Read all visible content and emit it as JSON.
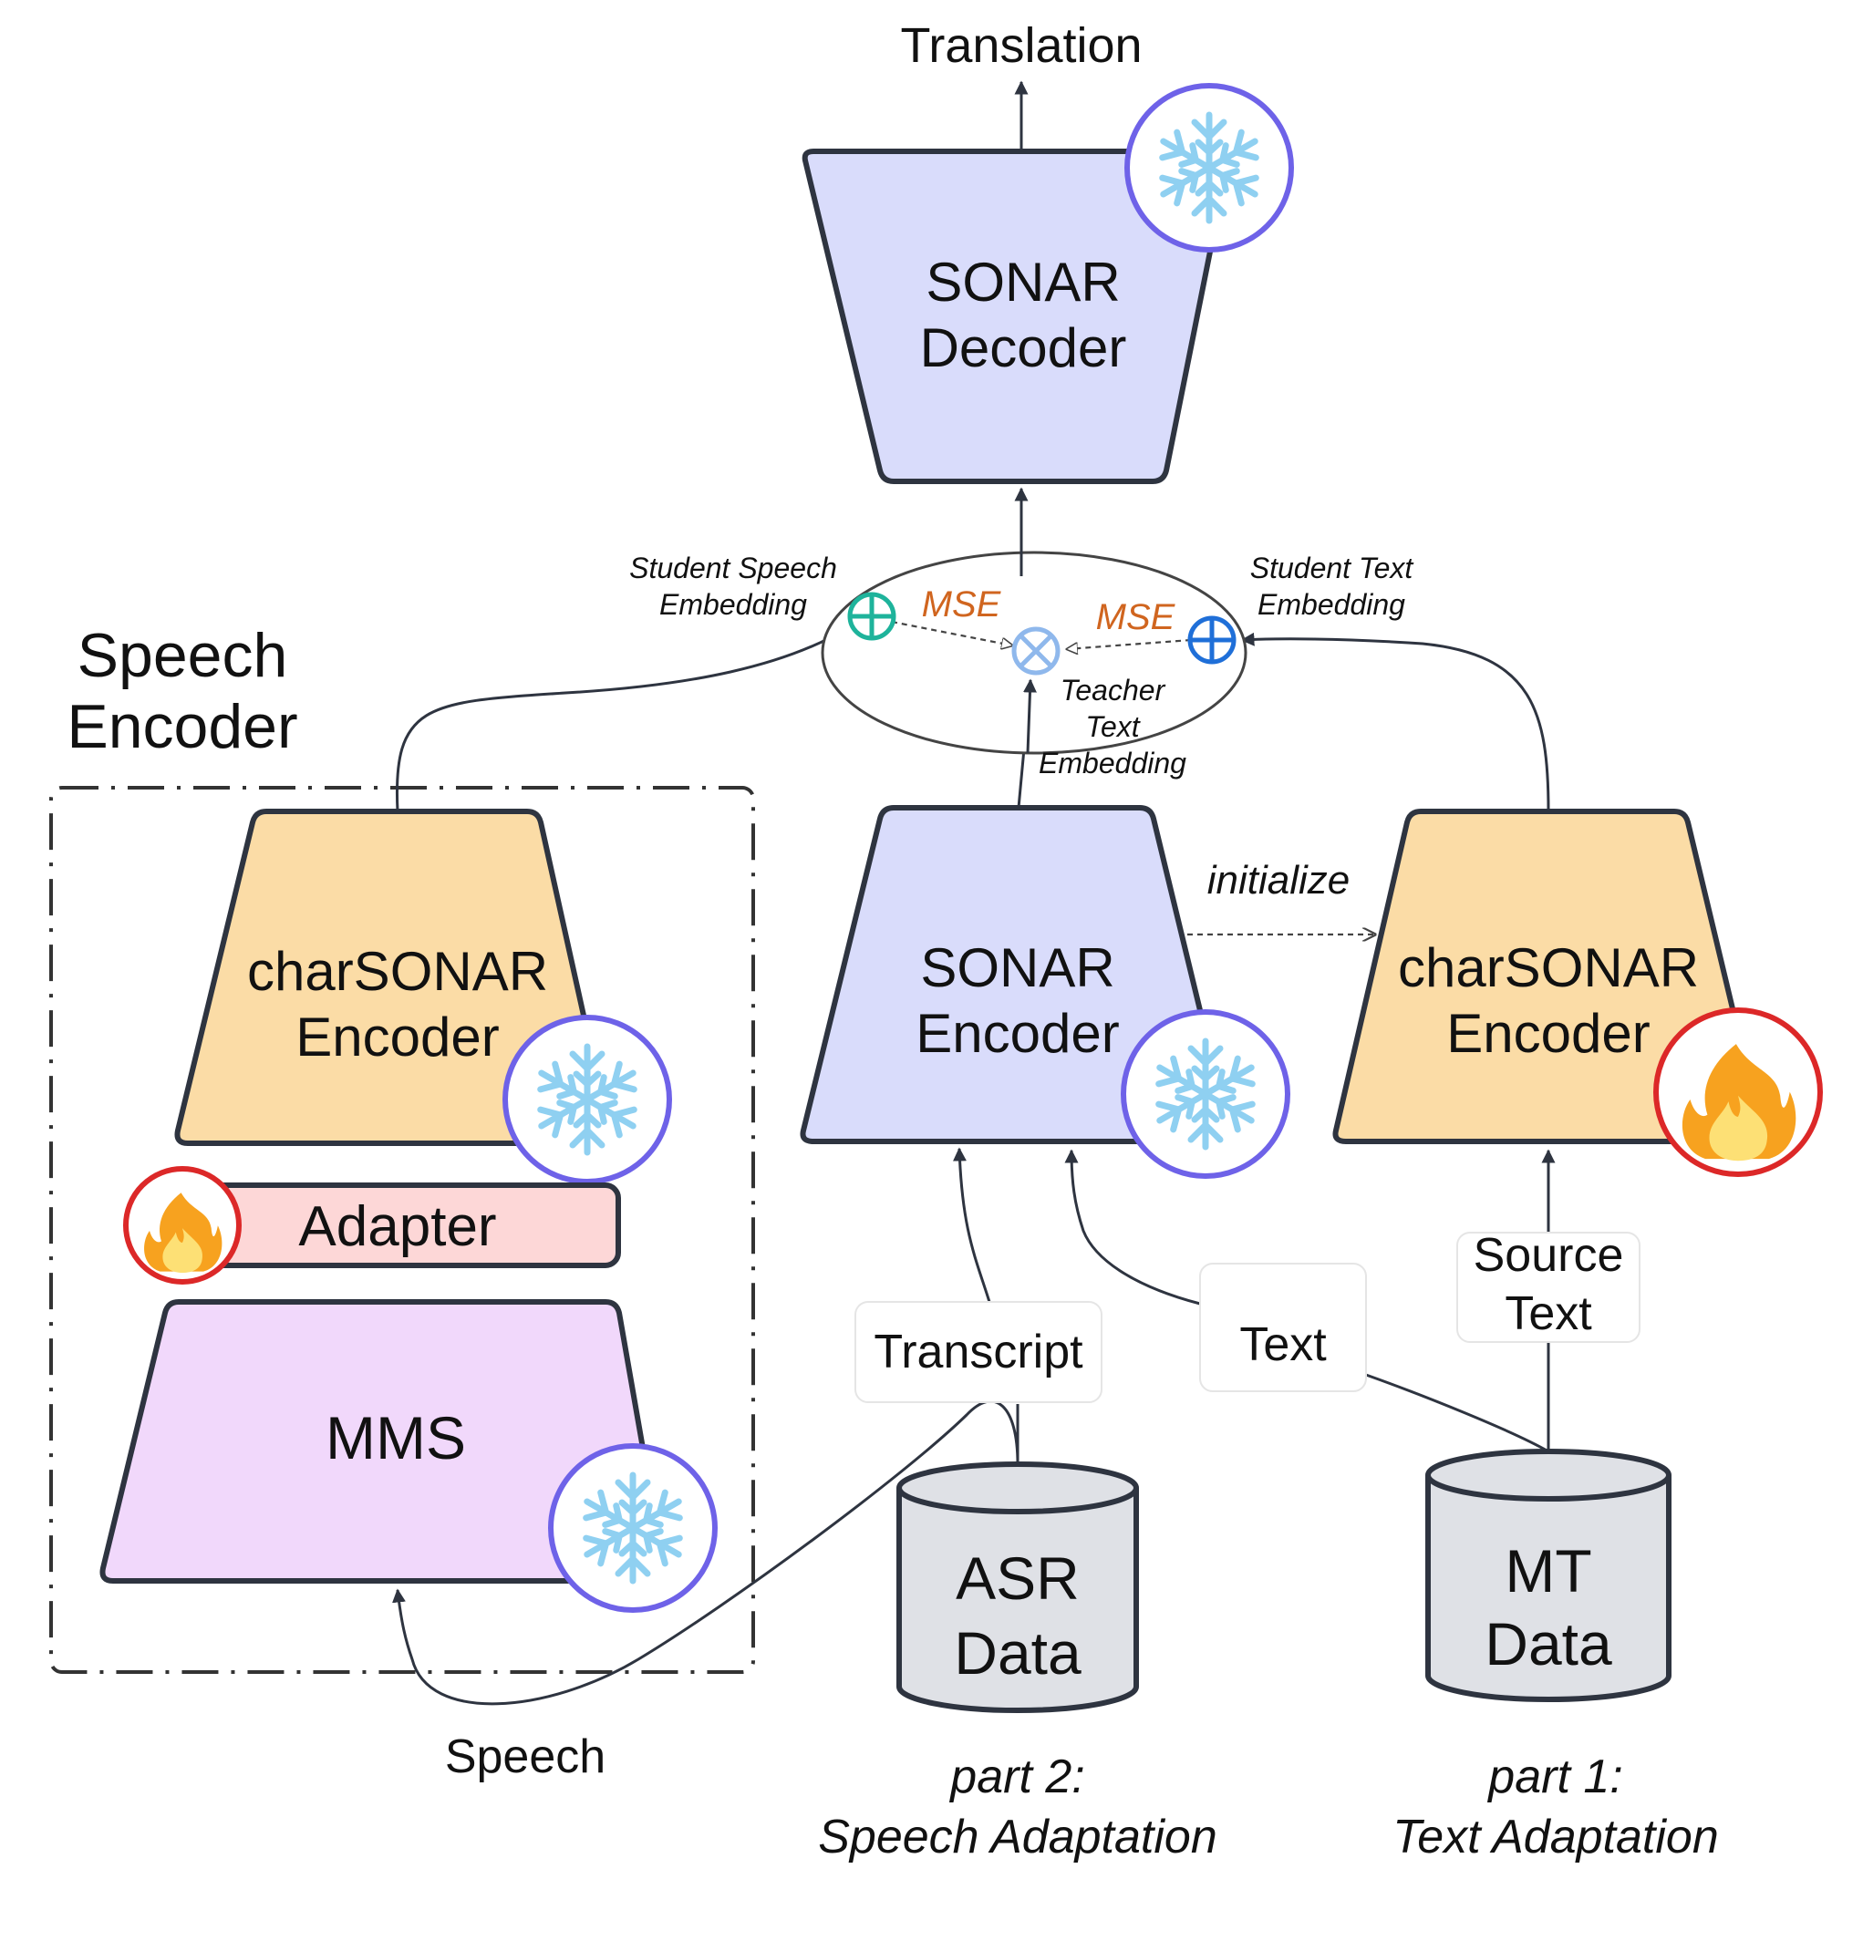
{
  "top_output": "Translation",
  "section_title": {
    "line1": "Speech",
    "line2": "Encoder"
  },
  "sonar_decoder": {
    "line1": "SONAR",
    "line2": "Decoder"
  },
  "sonar_encoder": {
    "line1": "SONAR",
    "line2": "Encoder"
  },
  "char_encoder_speech": {
    "line1": "charSONAR",
    "line2": "Encoder"
  },
  "char_encoder_text": {
    "line1": "charSONAR",
    "line2": "Encoder"
  },
  "adapter": "Adapter",
  "mms": "MMS",
  "embeddings": {
    "student_speech": {
      "line1": "Student Speech",
      "line2": "Embedding"
    },
    "student_text": {
      "line1": "Student Text",
      "line2": "Embedding"
    },
    "teacher_text": {
      "line1": "Teacher",
      "line2": "Text",
      "line3": "Embedding"
    },
    "mse_left": "MSE",
    "mse_right": "MSE"
  },
  "initialize": "initialize",
  "inputs": {
    "transcript": "Transcript",
    "text": "Text",
    "source_text": {
      "line1": "Source",
      "line2": "Text"
    },
    "speech": "Speech"
  },
  "datasets": {
    "asr": {
      "line1": "ASR",
      "line2": "Data"
    },
    "mt": {
      "line1": "MT",
      "line2": "Data"
    }
  },
  "parts": {
    "part2": {
      "line1": "part 2:",
      "line2": "Speech Adaptation"
    },
    "part1": {
      "line1": "part 1:",
      "line2": "Text Adaptation"
    }
  },
  "colors": {
    "sonar_fill": "#d9dcfb",
    "char_fill": "#fbdca6",
    "adapter_fill": "#fdd7d7",
    "mms_fill": "#f1d8fb",
    "db_fill": "#dfe1e6",
    "frozen_ring": "#6e62e8",
    "snowflake": "#8fd0f1",
    "trainable_ring": "#dc2828",
    "flame_outer": "#f7a21f",
    "mse_text": "#d0651f",
    "student_speech_node": "#1eb39b",
    "student_text_node": "#1f6fd8",
    "teacher_node": "#8fb8ec"
  },
  "icons": [
    "snowflake-icon",
    "flame-icon",
    "oplus-icon",
    "otimes-icon",
    "cylinder-icon"
  ]
}
